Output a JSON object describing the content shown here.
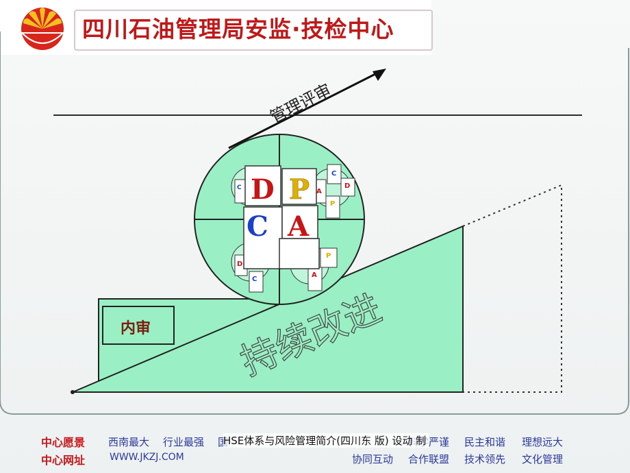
{
  "header": {
    "title": "四川石油管理局安监·技检中心",
    "logo": "petrochina-logo"
  },
  "diagram": {
    "management_review": "管理评审",
    "internal_audit": "内审",
    "continuous_improvement": "持续改进",
    "pdca_letters": {
      "d": "D",
      "p": "P",
      "c": "C",
      "a": "A"
    },
    "colors": {
      "fill": "#9aefc4",
      "stroke": "#1a1a1a",
      "d": "#c81414",
      "p": "#e0b000",
      "c": "#1a3fc8",
      "a": "#c81414"
    }
  },
  "footer": {
    "vision_label": "中心愿景",
    "vision_items": [
      "西南最大",
      "行业最强",
      "国"
    ],
    "website_label": "中心网址",
    "website": "WWW.JKZJ.COM",
    "right_items_row1": [
      "科学严谨",
      "民主和谐",
      "理想远大"
    ],
    "right_items_row2": [
      "协同互动",
      "合作联盟",
      "技术领先",
      "文化管理"
    ]
  },
  "caption": "HSE体系与风险管理简介(四川东 版) 设动 制"
}
